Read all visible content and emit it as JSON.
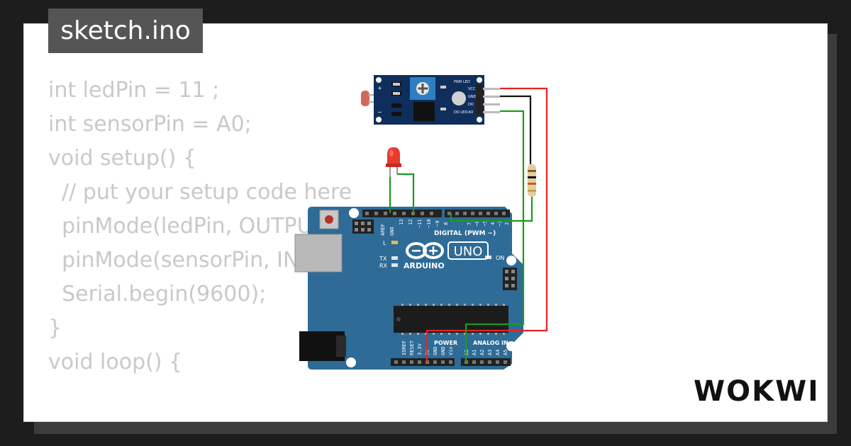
{
  "file_tab": {
    "filename": "sketch.ino"
  },
  "code": {
    "lines": [
      "int ledPin = 11 ;",
      "int sensorPin = A0;",
      "",
      "void setup() {",
      "  // put your setup code here",
      "  pinMode(ledPin, OUTPUT);",
      "  pinMode(sensorPin, INPUT);",
      "  Serial.begin(9600);",
      "}",
      "",
      "void loop() {"
    ]
  },
  "sensor_module": {
    "left_labels": {
      "plus": "+",
      "minus": "−"
    },
    "right_labels": {
      "pwr_led": "PWR LED",
      "do_led": "DO LED"
    },
    "pins": [
      "VCC",
      "GND",
      "DO",
      "AO"
    ]
  },
  "arduino": {
    "board_name": "UNO",
    "brand": "ARDUINO",
    "digital_header_label": "DIGITAL (PWM ~)",
    "analog_header_label": "ANALOG IN",
    "power_header_label": "POWER",
    "power_pins": [
      "IOREF",
      "RESET",
      "3.3V",
      "5V",
      "GND",
      "GND",
      "Vin"
    ],
    "analog_pins": [
      "A0",
      "A1",
      "A2",
      "A3",
      "A4",
      "A5"
    ],
    "digital_pins_left": [
      "AREF",
      "GND",
      "13",
      "12",
      "~11",
      "~10",
      "~9",
      "8"
    ],
    "digital_pins_right": [
      "7",
      "~6",
      "~5",
      "4",
      "~3",
      "2",
      "TX 1",
      "RX 0"
    ],
    "led_labels": {
      "l": "L",
      "tx": "TX",
      "rx": "RX",
      "on": "ON"
    }
  },
  "colors": {
    "board_blue": "#2e6b97",
    "sensor_blue": "#0f2e5c",
    "wire_red": "#e52323",
    "wire_green": "#1c9a1c",
    "wire_black": "#111111",
    "code_text": "#c9c9c9",
    "tab_bg": "#555555"
  },
  "branding": {
    "logo_text": "WOKWI"
  }
}
